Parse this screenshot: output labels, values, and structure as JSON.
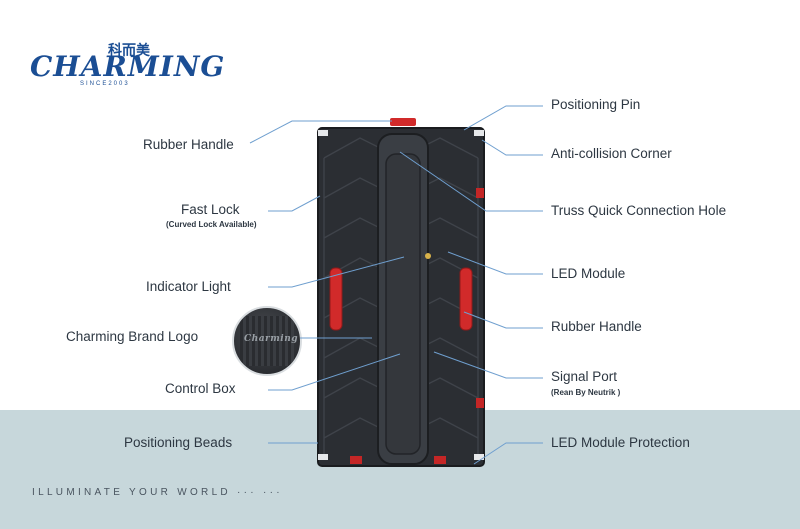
{
  "logo": {
    "brand": "HARMING",
    "brand_initial": "C",
    "chinese": "科而美",
    "since": "SINCE2003"
  },
  "labels_left": {
    "rubber_handle_top": "Rubber Handle",
    "fast_lock": "Fast Lock",
    "fast_lock_note": "(Curved Lock Available)",
    "indicator_light": "Indicator Light",
    "brand_logo": "Charming Brand Logo",
    "control_box": "Control Box",
    "positioning_beads": "Positioning Beads"
  },
  "labels_right": {
    "positioning_pin": "Positioning Pin",
    "anti_collision": "Anti-collision Corner",
    "truss_hole": "Truss Quick Connection Hole",
    "led_module": "LED Module",
    "rubber_handle_side": "Rubber Handle",
    "signal_port": "Signal Port",
    "signal_port_note": "(Rean By Neutrik )",
    "module_protection": "LED Module Protection"
  },
  "inset_logo_text": "Charming",
  "tagline": "ILLUMINATE YOUR WORLD  ··· ···",
  "colors": {
    "leader": "#6f9fcf",
    "band": "#c7d7db",
    "brand_blue": "#1b4e94",
    "handle_red": "#d12a2a",
    "cabinet": "#2b2e33"
  }
}
